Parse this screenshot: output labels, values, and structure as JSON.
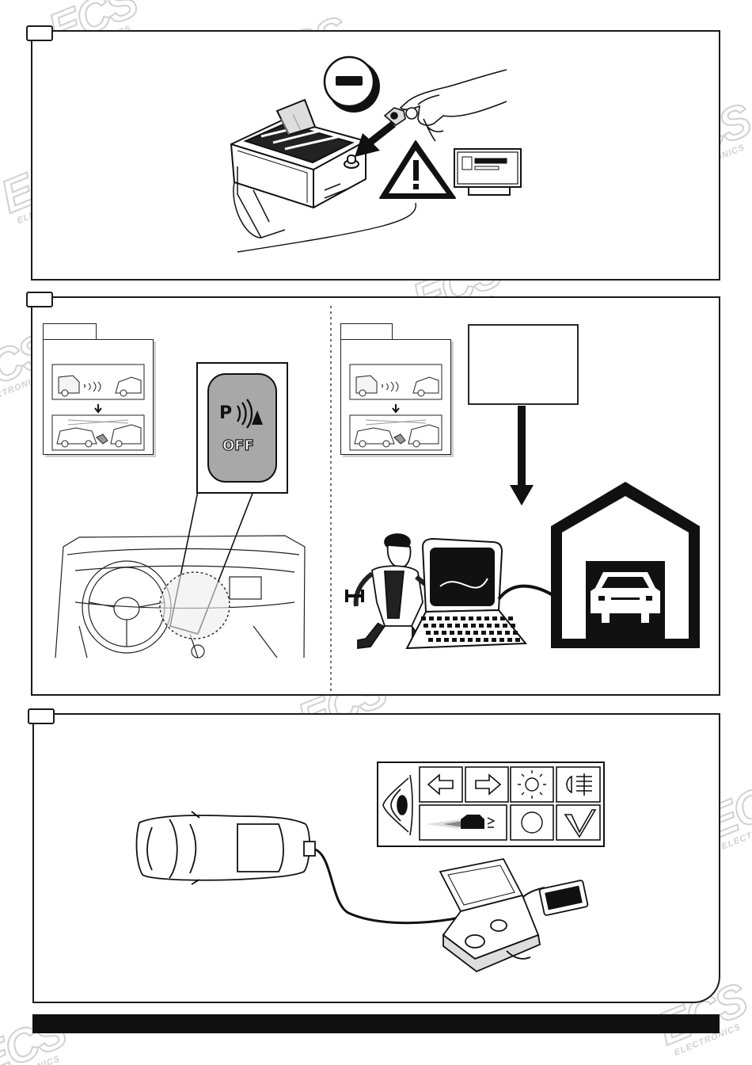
{
  "watermark": {
    "logo": "ECS",
    "subtitle": "ELECTRONICS"
  },
  "step2": {
    "button_p": "P",
    "button_off": "OFF"
  },
  "icons": {
    "step1": [
      "battery-icon",
      "minus-sign-icon",
      "arrow-icon",
      "warning-icon",
      "radio-unit-icon",
      "hand-icon"
    ],
    "step2": [
      "warning-card-icon",
      "park-sensor-off-button-icon",
      "dashboard-icon",
      "mechanic-icon",
      "laptop-icon",
      "garage-car-icon"
    ],
    "step3": [
      "car-top-view-icon",
      "tester-case-icon",
      "eye-icon",
      "left-indicator-icon",
      "right-indicator-icon",
      "brake-light-icon",
      "fog-light-icon",
      "reverse-icon",
      "circle-icon",
      "check-icon"
    ]
  },
  "colors": {
    "frame": "#1a1a1a",
    "button_gray": "#a8a8a8",
    "watermark": "#d0d0d0"
  }
}
